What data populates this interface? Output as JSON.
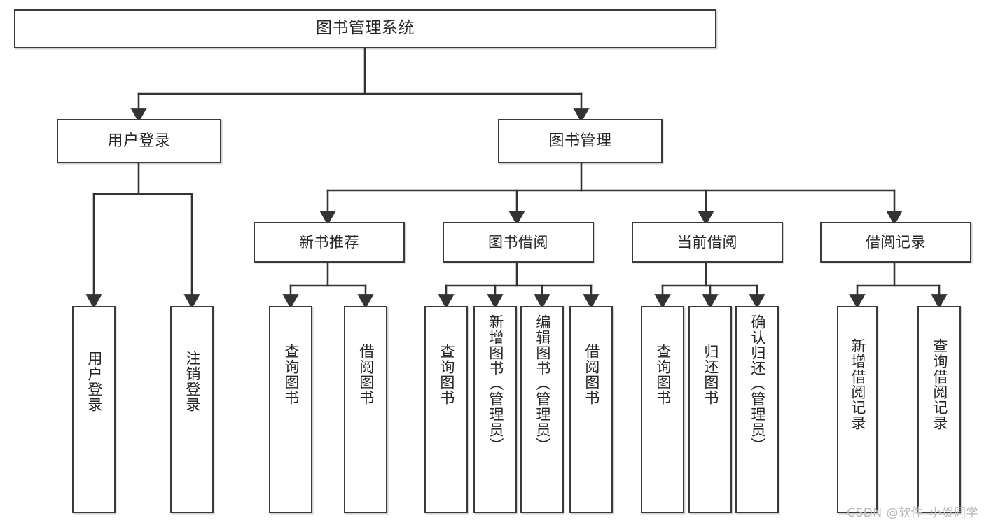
{
  "diagram": {
    "title_node": {
      "label": "图书管理系统"
    },
    "level2": [
      {
        "id": "user-login",
        "label": "用户登录"
      },
      {
        "id": "book-management",
        "label": "图书管理"
      }
    ],
    "level3": [
      {
        "id": "new-book-recommend",
        "label": "新书推荐"
      },
      {
        "id": "book-borrow",
        "label": "图书借阅"
      },
      {
        "id": "current-borrow",
        "label": "当前借阅"
      },
      {
        "id": "borrow-record",
        "label": "借阅记录"
      }
    ],
    "leaves": {
      "user_login": [
        {
          "id": "leaf-user-login",
          "label": "用户登录"
        },
        {
          "id": "leaf-logout-login",
          "label": "注销登录"
        }
      ],
      "new_book_recommend": [
        {
          "id": "leaf-query-book-1",
          "label": "查询图书"
        },
        {
          "id": "leaf-borrow-book-1",
          "label": "借阅图书"
        }
      ],
      "book_borrow": [
        {
          "id": "leaf-query-book-2",
          "label": "查询图书"
        },
        {
          "id": "leaf-add-book",
          "label": "新增图书（管理员）"
        },
        {
          "id": "leaf-edit-book",
          "label": "编辑图书（管理员）"
        },
        {
          "id": "leaf-borrow-book-2",
          "label": "借阅图书"
        }
      ],
      "current_borrow": [
        {
          "id": "leaf-query-book-3",
          "label": "查询图书"
        },
        {
          "id": "leaf-return-book",
          "label": "归还图书"
        },
        {
          "id": "leaf-confirm-return",
          "label": "确认归还（管理员）"
        }
      ],
      "borrow_record": [
        {
          "id": "leaf-add-borrow-record",
          "label": "新增借阅记录"
        },
        {
          "id": "leaf-query-borrow-record",
          "label": "查询借阅记录"
        }
      ]
    },
    "watermark": "CSDN @软件_小贺同学",
    "colors": {
      "border": "#3a3a3a",
      "text": "#262626",
      "background": "#ffffff",
      "connector": "#333333",
      "watermark": "#b9b9b9"
    }
  }
}
